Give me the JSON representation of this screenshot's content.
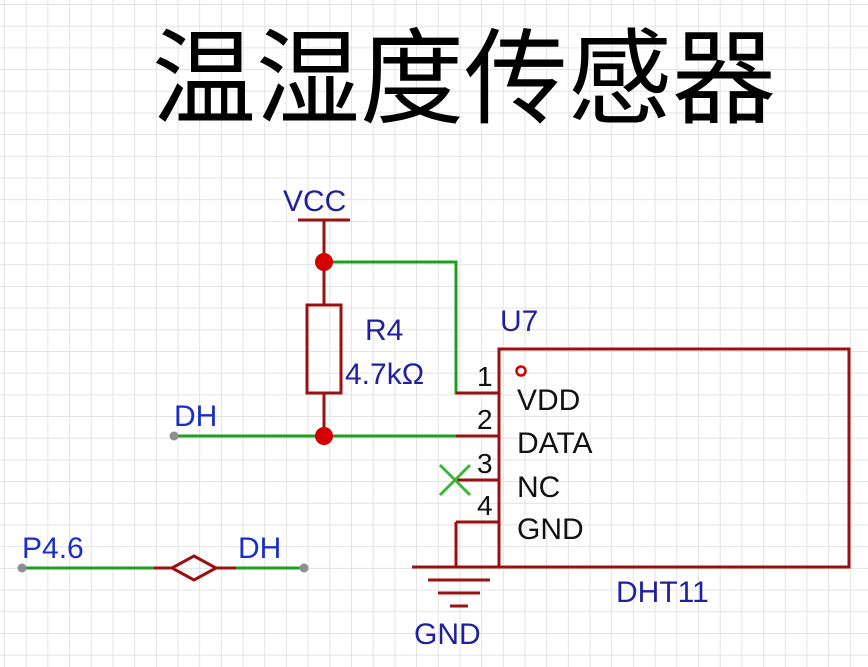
{
  "title": "温湿度传感器",
  "power": {
    "vcc_label": "VCC",
    "gnd_label": "GND"
  },
  "resistor": {
    "designator": "R4",
    "value": "4.7kΩ"
  },
  "ic": {
    "designator": "U7",
    "part": "DHT11",
    "pins": [
      {
        "num": "1",
        "name": "VDD"
      },
      {
        "num": "2",
        "name": "DATA"
      },
      {
        "num": "3",
        "name": "NC"
      },
      {
        "num": "4",
        "name": "GND"
      }
    ]
  },
  "nets": {
    "dh_left": "DH",
    "p46": "P4.6",
    "dh_bridge": "DH"
  },
  "colors": {
    "wire": "#1f9e1f",
    "part": "#9b1111",
    "junction": "#d40000",
    "noconnect": "#3bb53b"
  }
}
